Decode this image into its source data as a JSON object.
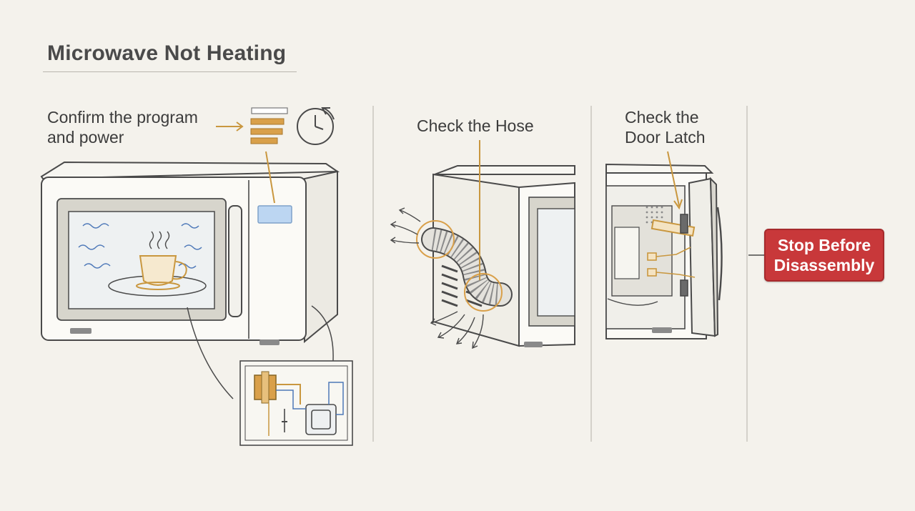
{
  "title": "Microwave Not Heating",
  "steps": {
    "confirm": {
      "line1": "Confirm the program",
      "line2": "and power"
    },
    "hose": {
      "label": "Check the Hose"
    },
    "latch": {
      "line1": "Check the",
      "line2": "Door Latch"
    }
  },
  "stop_button": {
    "line1": "Stop Before",
    "line2": "Disassembly"
  },
  "icons": [
    "power-level-bars-icon",
    "clock-timer-icon",
    "microwave-icon",
    "coffee-cup-icon",
    "flexible-hose-icon",
    "circuit-board-icon",
    "door-latch-icon",
    "airflow-arrows-icon"
  ],
  "colors": {
    "accent": "#c9973f",
    "stop": "#c8383a",
    "line": "#4a4a4a",
    "display": "#bcd6f2"
  }
}
